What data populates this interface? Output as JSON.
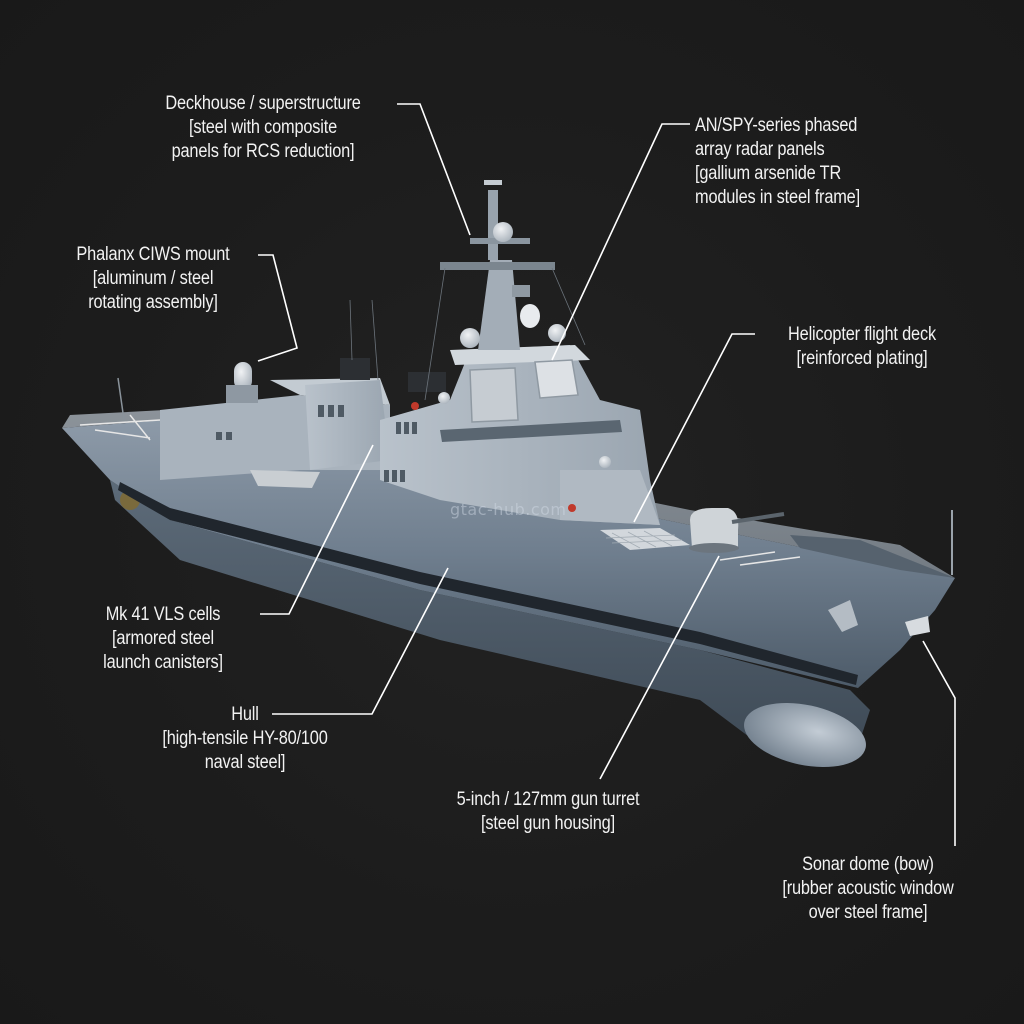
{
  "diagram": {
    "subject": "Guided-missile destroyer 3D render with material callouts",
    "background_color": "#1c1c1c",
    "label_color": "#f2f2f2",
    "leader_line_color": "#ffffff",
    "watermark": "gtac-hub.com"
  },
  "callouts": [
    {
      "id": "deckhouse",
      "title": "Deckhouse / superstructure",
      "material_lines": [
        "[steel with composite",
        "panels for RCS reduction]"
      ]
    },
    {
      "id": "radar",
      "title_lines": [
        "AN/SPY-series phased",
        "array radar panels"
      ],
      "material_lines": [
        "[gallium arsenide TR",
        "modules in steel frame]"
      ]
    },
    {
      "id": "ciws",
      "title": "Phalanx CIWS mount",
      "material_lines": [
        "[aluminum / steel",
        "rotating assembly]"
      ]
    },
    {
      "id": "flight-deck",
      "title": "Helicopter flight deck",
      "material_lines": [
        "[reinforced plating]"
      ]
    },
    {
      "id": "vls",
      "title": "Mk 41 VLS cells",
      "material_lines": [
        "[armored steel",
        "launch canisters]"
      ]
    },
    {
      "id": "hull",
      "title": "Hull",
      "material_lines": [
        "[high-tensile HY-80/100",
        "naval steel]"
      ]
    },
    {
      "id": "gun",
      "title": "5-inch / 127mm gun turret",
      "material_lines": [
        "[steel gun housing]"
      ]
    },
    {
      "id": "sonar",
      "title": "Sonar dome (bow)",
      "material_lines": [
        "[rubber acoustic window",
        "over steel frame]"
      ]
    }
  ]
}
